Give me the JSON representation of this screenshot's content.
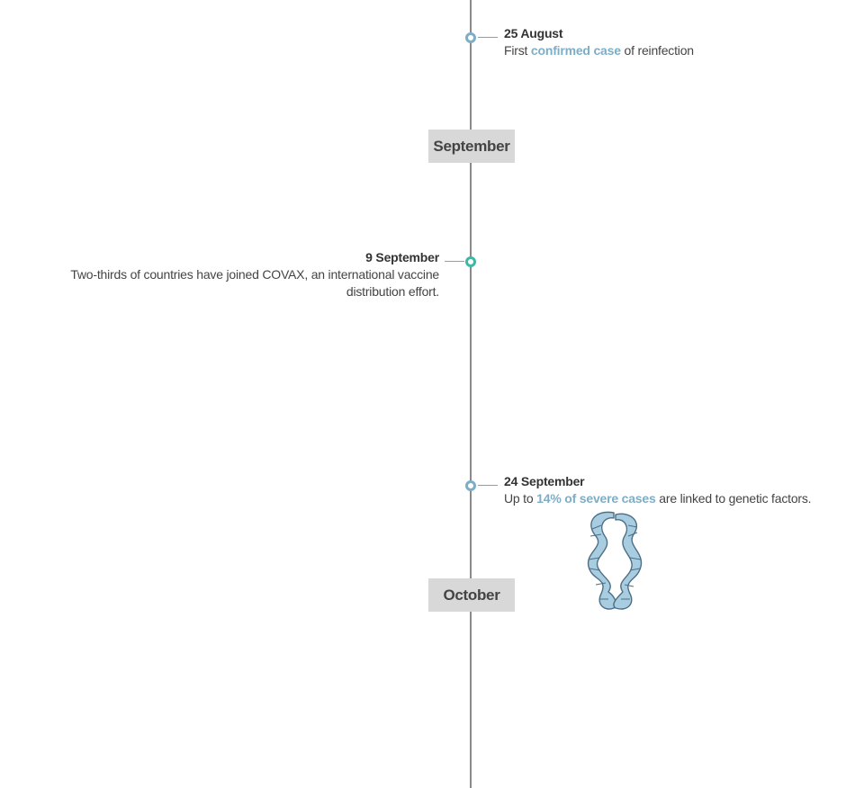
{
  "months": {
    "september": "September",
    "october": "October"
  },
  "events": {
    "aug25": {
      "date": "25 August",
      "prefix": "First ",
      "highlight": "confirmed case",
      "suffix": " of reinfection"
    },
    "sep9": {
      "date": "9 September",
      "text": "Two-thirds of countries have joined COVAX, an international vaccine distribution effort."
    },
    "sep24": {
      "date": "24 September",
      "prefix": "Up to ",
      "highlight": "14% of severe cases",
      "suffix": " are linked to genetic factors."
    }
  },
  "colors": {
    "timeline_line": "#8a8a8a",
    "marker_blue": "#7eaec6",
    "marker_teal": "#3cb8a6",
    "highlight_link": "#7eaec6",
    "month_bg": "#d8d8d8"
  },
  "icons": {
    "dna": "dna-helix-illustration"
  }
}
